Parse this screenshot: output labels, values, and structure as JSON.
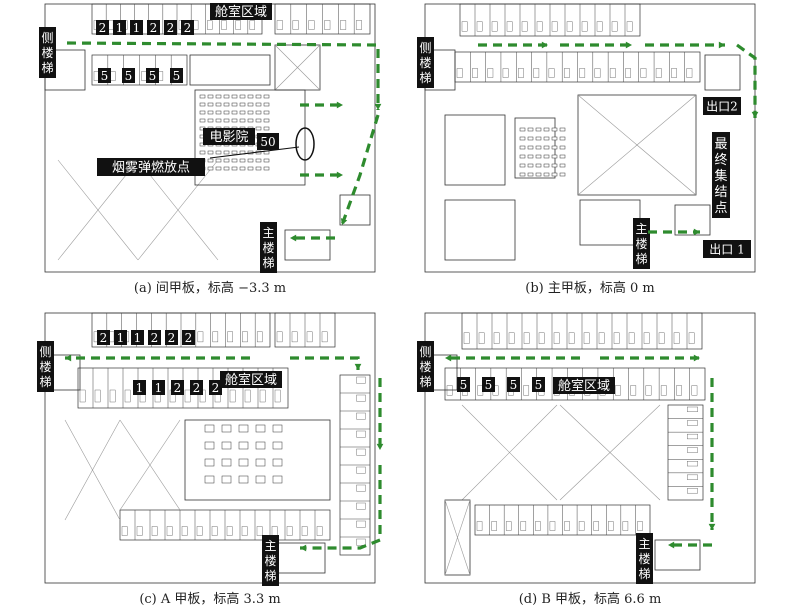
{
  "colors": {
    "route": "#2e8b2e",
    "label_bg": "#111111",
    "label_fg": "#ffffff",
    "line": "#333333"
  },
  "panels": [
    {
      "id": "a",
      "caption": "(a) 间甲板，标高 −3.3 m",
      "labels": {
        "cabin_area": "舱室区域",
        "side_stair": "侧楼梯",
        "main_stair": "主楼梯",
        "cinema": "电影院",
        "cinema_seats": "50",
        "smoke_source": "烟雾弹燃放点"
      },
      "top_counts": [
        "2",
        "1",
        "1",
        "2",
        "2",
        "2"
      ],
      "lower_counts": [
        "5",
        "5",
        "5",
        "5"
      ]
    },
    {
      "id": "b",
      "caption": "(b) 主甲板，标高 0 m",
      "labels": {
        "side_stair": "侧楼梯",
        "main_stair": "主楼梯",
        "exit_2": "出口2",
        "exit_1": "出口 1",
        "assembly": "最终集结点"
      }
    },
    {
      "id": "c",
      "caption": "(c) A 甲板，标高 3.3 m",
      "labels": {
        "cabin_area": "舱室区域",
        "side_stair": "侧楼梯",
        "main_stair": "主楼梯"
      },
      "top_counts": [
        "2",
        "1",
        "1",
        "2",
        "2",
        "2"
      ],
      "lower_counts": [
        "1",
        "1",
        "2",
        "2",
        "2"
      ]
    },
    {
      "id": "d",
      "caption": "(d) B 甲板，标高 6.6 m",
      "labels": {
        "cabin_area": "舱室区域",
        "side_stair": "侧楼梯",
        "main_stair": "主楼梯"
      },
      "lower_counts": [
        "5",
        "5",
        "5",
        "5"
      ]
    }
  ]
}
